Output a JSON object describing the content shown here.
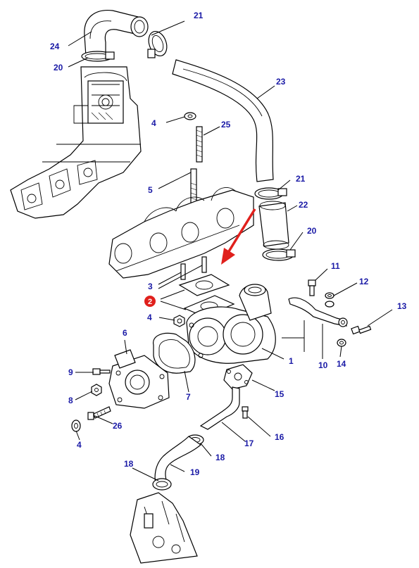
{
  "colors": {
    "callout_text": "#1a1aa6",
    "highlight_arrow": "#e0201c",
    "badge_fill": "#e0201c",
    "line_art": "#000000"
  },
  "callouts": {
    "c21_top": "21",
    "c24": "24",
    "c20_top": "20",
    "c23": "23",
    "c4_upper": "4",
    "c25": "25",
    "c5": "5",
    "c21_mid": "21",
    "c22": "22",
    "c20_mid": "20",
    "c3": "3",
    "c11": "11",
    "c12": "12",
    "c13": "13",
    "c4_mid": "4",
    "c6": "6",
    "c1": "1",
    "c10": "10",
    "c14": "14",
    "c9": "9",
    "c7": "7",
    "c15": "15",
    "c8": "8",
    "c26": "26",
    "c16": "16",
    "c4_lower": "4",
    "c17": "17",
    "c18_left": "18",
    "c18_right": "18",
    "c19": "19"
  },
  "highlight": {
    "badge_label": "2",
    "icon": "red-arrow-icon"
  }
}
